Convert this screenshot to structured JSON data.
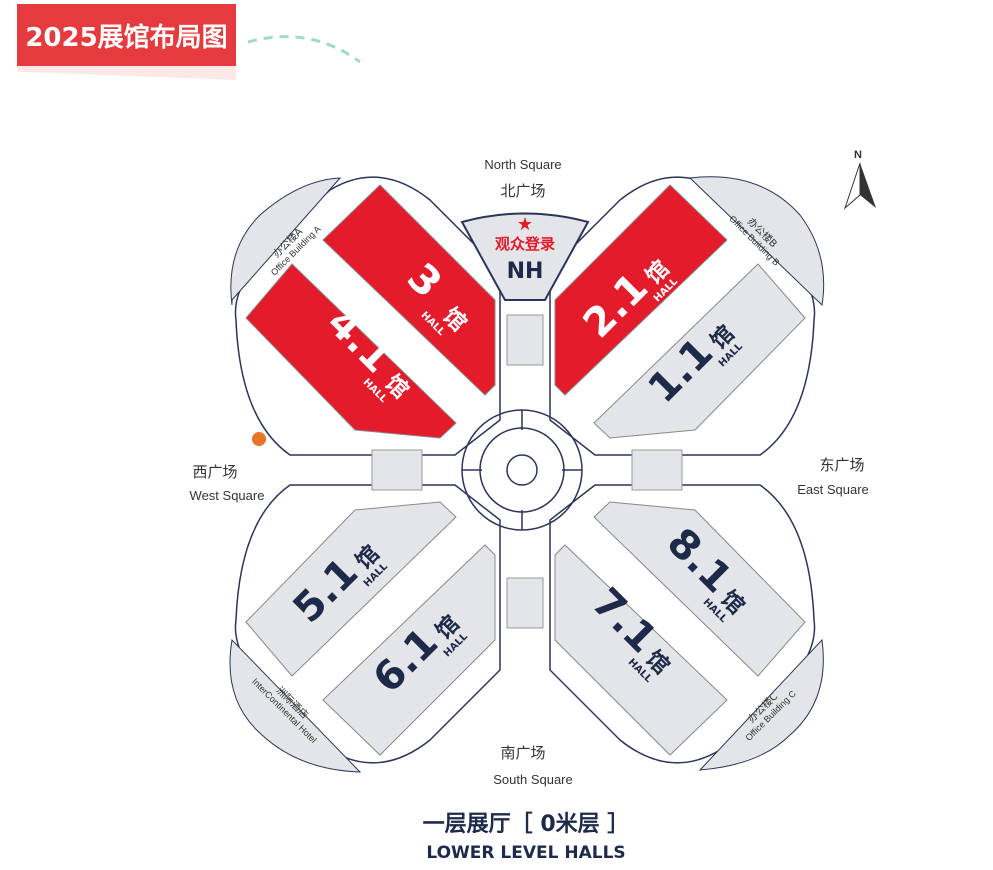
{
  "title": "2025展馆布局图",
  "compass": "N",
  "squares": {
    "north_en": "North Square",
    "north_zh": "北广场",
    "south_en": "South Square",
    "south_zh": "南广场",
    "west_en": "West Square",
    "west_zh": "西广场",
    "east_en": "East Square",
    "east_zh": "东广场"
  },
  "buildings": {
    "a_zh": "办公楼A",
    "a_en": "Office Building A",
    "b_zh": "办公楼B",
    "b_en": "Office Building B",
    "c_zh": "办公楼C",
    "c_en": "Office Building C",
    "hotel_zh": "洲际酒店",
    "hotel_en": "InterContinental Hotel"
  },
  "entrance": {
    "label": "观众登录",
    "code": "NH"
  },
  "hall_word_zh": "馆",
  "hall_word_en": "HALL",
  "halls": [
    {
      "num": "3",
      "highlight": true
    },
    {
      "num": "4.1",
      "highlight": true
    },
    {
      "num": "2.1",
      "highlight": true
    },
    {
      "num": "1.1",
      "highlight": false
    },
    {
      "num": "5.1",
      "highlight": false
    },
    {
      "num": "6.1",
      "highlight": false
    },
    {
      "num": "7.1",
      "highlight": false
    },
    {
      "num": "8.1",
      "highlight": false
    }
  ],
  "footer": {
    "zh": "一层展厅［ 0米层 ］",
    "en": "LOWER LEVEL HALLS"
  },
  "colors": {
    "highlight": "#e31b2b",
    "hall": "#e4e5e8",
    "text": "#1e2a4a",
    "banner": "#e63b3e"
  }
}
